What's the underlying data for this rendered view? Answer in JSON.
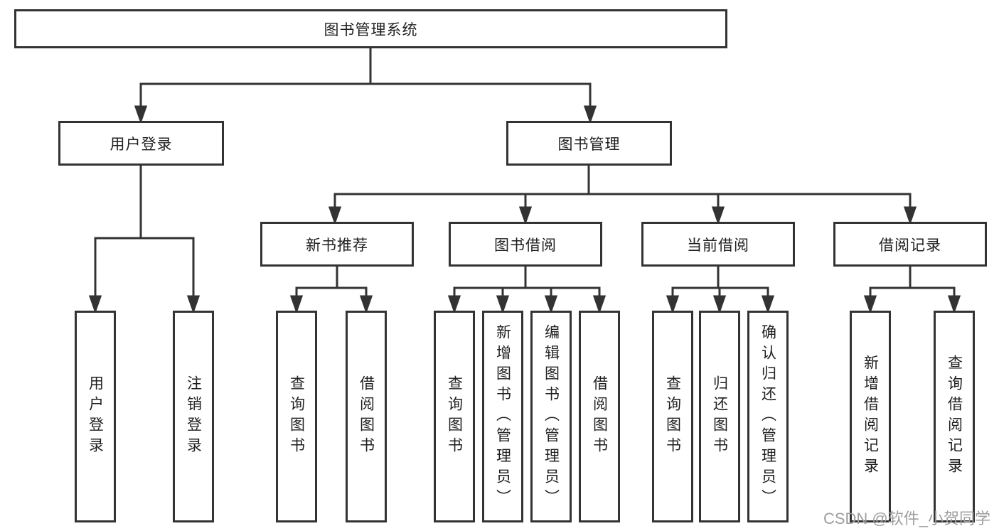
{
  "diagram": {
    "root": {
      "label": "图书管理系统"
    },
    "branches": [
      {
        "label": "用户登录",
        "children": [
          "用户登录",
          "注销登录"
        ]
      },
      {
        "label": "图书管理",
        "groups": [
          {
            "label": "新书推荐",
            "children": [
              "查询图书",
              "借阅图书"
            ]
          },
          {
            "label": "图书借阅",
            "children": [
              "查询图书",
              "新增图书（管理员）",
              "编辑图书（管理员）",
              "借阅图书"
            ]
          },
          {
            "label": "当前借阅",
            "children": [
              "查询图书",
              "归还图书",
              "确认归还（管理员）"
            ]
          },
          {
            "label": "借阅记录",
            "children": [
              "新增借阅记录",
              "查询借阅记录"
            ]
          }
        ]
      }
    ]
  },
  "watermark": "CSDN @软件_小贺同学",
  "colors": {
    "line": "#333333",
    "text": "#1f1f1f",
    "watermark": "#9e9e9e",
    "background": "#ffffff"
  }
}
